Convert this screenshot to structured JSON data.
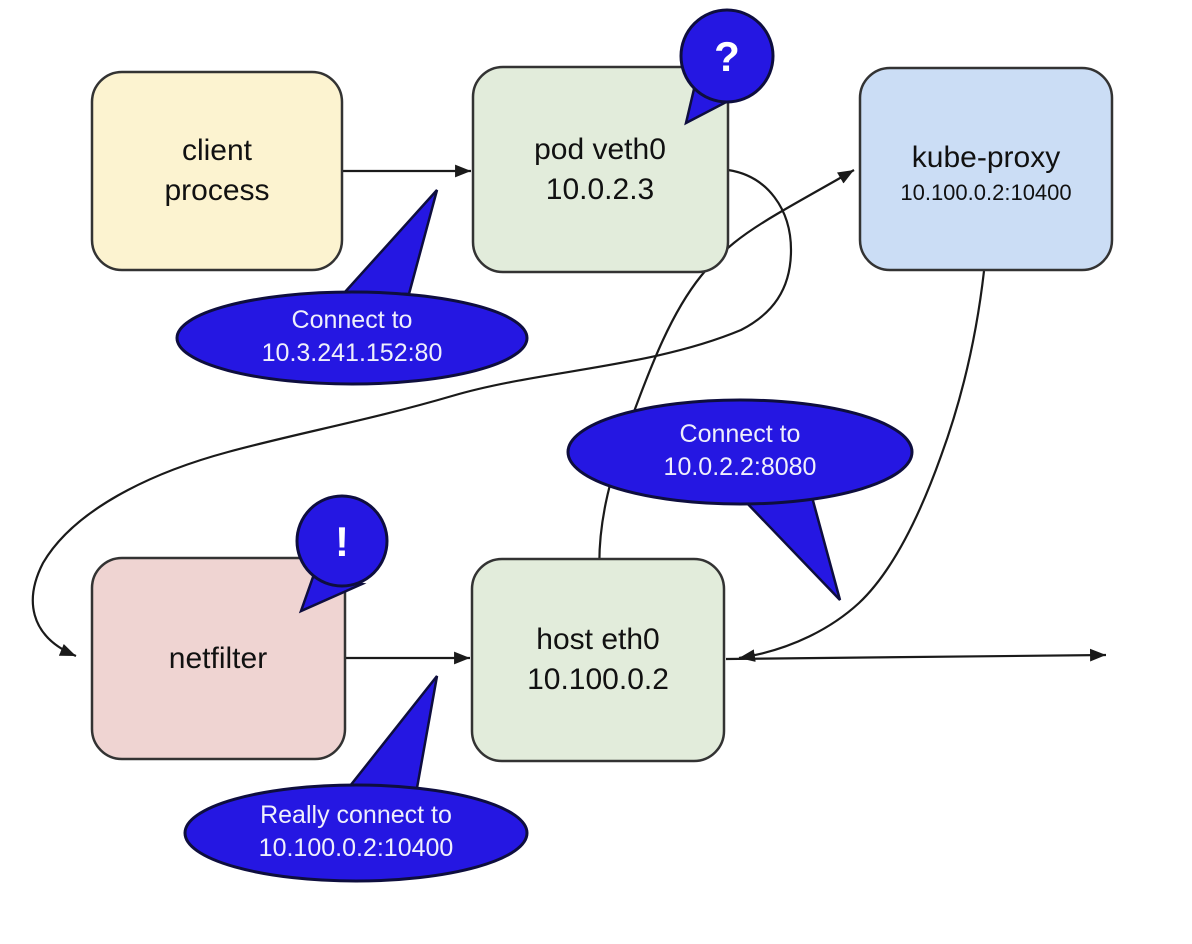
{
  "diagram_type": "flow-diagram",
  "nodes": [
    {
      "id": "client-process",
      "lines": [
        "client",
        "process"
      ],
      "fill": "#fcf3d0"
    },
    {
      "id": "pod-veth0",
      "lines": [
        "pod veth0",
        "10.0.2.3"
      ],
      "fill": "#e2ecdb"
    },
    {
      "id": "kube-proxy",
      "lines": [
        "kube-proxy",
        "10.100.0.2:10400"
      ],
      "fill": "#cbddf5"
    },
    {
      "id": "netfilter",
      "lines": [
        "netfilter"
      ],
      "fill": "#efd4d2"
    },
    {
      "id": "host-eth0",
      "lines": [
        "host eth0",
        "10.100.0.2"
      ],
      "fill": "#e2ecdb"
    }
  ],
  "callouts": [
    {
      "id": "connect-service",
      "lines": [
        "Connect to",
        "10.3.241.152:80"
      ]
    },
    {
      "id": "connect-backend",
      "lines": [
        "Connect to",
        "10.0.2.2:8080"
      ]
    },
    {
      "id": "really-connect",
      "lines": [
        "Really connect to",
        "10.100.0.2:10400"
      ]
    },
    {
      "id": "question-badge",
      "glyph": "?"
    },
    {
      "id": "exclamation-badge",
      "glyph": "!"
    }
  ],
  "edges": [
    {
      "from": "client-process",
      "to": "pod-veth0"
    },
    {
      "from": "pod-veth0",
      "to": "netfilter"
    },
    {
      "from": "netfilter",
      "to": "host-eth0"
    },
    {
      "from": "host-eth0",
      "to": "kube-proxy"
    },
    {
      "from": "kube-proxy",
      "to": "host-eth0"
    },
    {
      "from": "host-eth0",
      "to": "network-right-edge"
    }
  ],
  "colors": {
    "background": "#ffffff",
    "client_fill": "#fcf3d0",
    "interface_fill": "#e2ecdb",
    "kube_proxy_fill": "#cbddf5",
    "netfilter_fill": "#efd4d2",
    "callout_fill": "#2517e2",
    "callout_stroke": "#0e0e3e",
    "callout_text": "#efeffc",
    "node_stroke": "#333333",
    "line": "#1a1a1a"
  }
}
